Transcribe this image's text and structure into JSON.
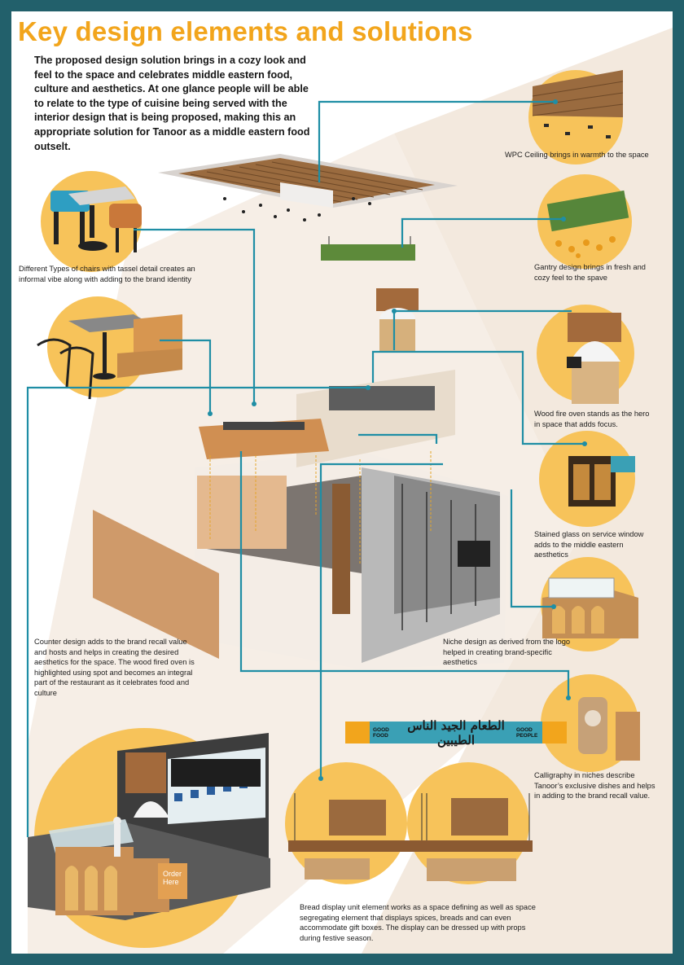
{
  "title": "Key design elements and solutions",
  "intro": "The proposed design solution brings in a cozy look and feel to the space and celebrates middle eastern food, culture and aesthetics. At one glance people will be able to relate to the type of cuisine being served with the interior design that is being proposed, making this an appropriate solution for Tanoor as a middle eastern food outselt.",
  "captions": {
    "ceiling": "WPC Ceiling brings in warmth to the space",
    "chairs": "Different Types of chairs with tassel detail creates an informal vibe along with adding to the brand identity",
    "gantry": "Gantry design brings in fresh and cozy feel to the spave",
    "oven": "Wood fire oven stands as the hero in space that adds focus.",
    "stained_glass": "Stained glass on service window adds to the middle eastern aesthetics",
    "niche": "Niche design as derived from the logo helped in creating brand-specific aesthetics",
    "counter": "Counter design adds to the brand recall value and hosts and helps in creating the desired aesthetics for the space. The wood fired oven is highlighted using spot and becomes an integral part of the restaurant as it celebrates food and culture",
    "calligraphy": "Calligraphy in niches describe Tanoor’s exclusive dishes and helps in adding to the brand recall value.",
    "bread": "Bread display unit element works as a space defining as well as space segregating element that displays spices, breads and can even accommodate gift boxes. The display can be dressed up with props during festive season."
  },
  "banner": {
    "left": "GOOD FOOD",
    "right": "GOOD PEOPLE",
    "arabic": "الطعام الجيد الناس الطيبين"
  },
  "order_sign": "Order Here",
  "colors": {
    "frame": "#22606b",
    "accent": "#f2a51c",
    "circle": "#f7c35a",
    "leader": "#1f8ea5",
    "wedge": "#f1e7dd"
  }
}
